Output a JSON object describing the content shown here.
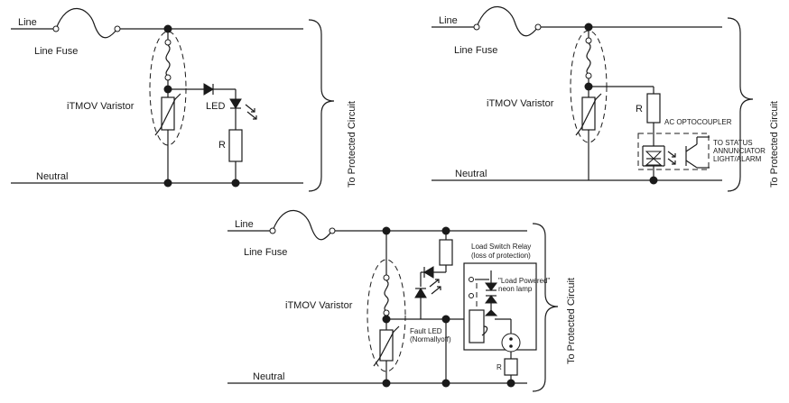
{
  "diagram_a": {
    "line": "Line",
    "line_fuse": "Line Fuse",
    "varistor": "iTMOV Varistor",
    "led": "LED",
    "resistor": "R",
    "neutral": "Neutral",
    "protected": "To Protected Circuit"
  },
  "diagram_b": {
    "line": "Line",
    "line_fuse": "Line Fuse",
    "varistor": "iTMOV Varistor",
    "resistor": "R",
    "optocoupler": "AC OPTOCOUPLER",
    "status_1": "TO STATUS",
    "status_2": "ANNUNCIATOR",
    "status_3": "LIGHT/ALARM",
    "neutral": "Neutral",
    "protected": "To Protected Circuit"
  },
  "diagram_c": {
    "line": "Line",
    "line_fuse": "Line Fuse",
    "varistor": "iTMOV Varistor",
    "relay_1": "Load Switch Relay",
    "relay_2": "(loss of protection)",
    "neon_1": "\"Load Powered\"",
    "neon_2": "neon lamp",
    "fault_1": "Fault LED",
    "fault_2": "(Normallyoff)",
    "resistor": "R",
    "neutral": "Neutral",
    "protected": "To Protected Circuit"
  },
  "colors": {
    "ink": "#1a1a1a",
    "background": "#ffffff"
  },
  "icons": [
    "fuse-icon",
    "varistor-icon",
    "led-icon",
    "resistor-icon",
    "optocoupler-icon",
    "relay-coil-icon",
    "neon-lamp-icon",
    "brace-icon"
  ]
}
